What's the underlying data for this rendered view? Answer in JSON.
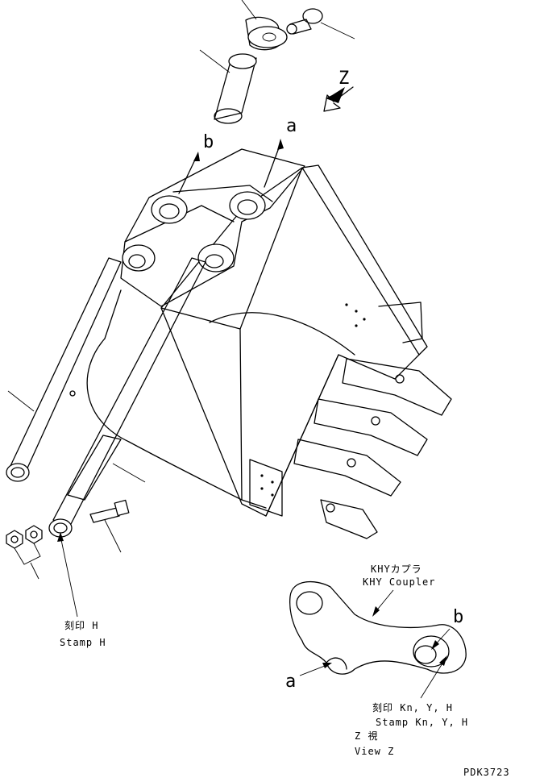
{
  "labels": {
    "view_arrow": "Z",
    "ref_a": "a",
    "ref_b": "b",
    "inset_ref_a": "a",
    "inset_ref_b": "b",
    "stamp_h_jp": "刻印 H",
    "stamp_h_en": "Stamp H",
    "coupler_jp": "KHYカプラ",
    "coupler_en": "KHY Coupler",
    "stamp_k_jp": "刻印 Kn, Y, H",
    "stamp_k_en": "Stamp Kn, Y, H",
    "view_jp": "Z 視",
    "view_en": "View Z",
    "drawing_code": "PDK3723"
  }
}
